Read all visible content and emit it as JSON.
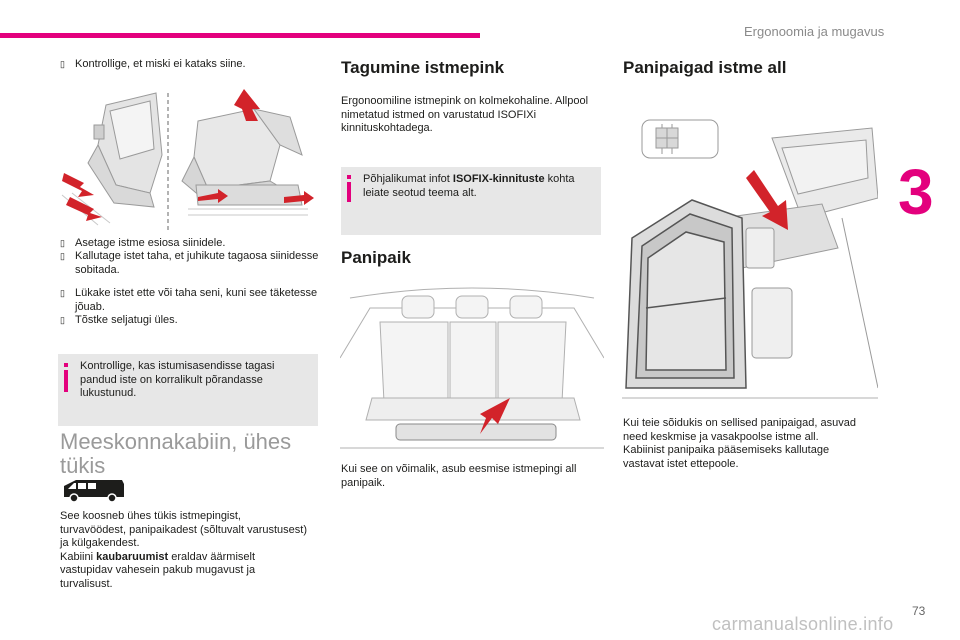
{
  "header": {
    "section_title": "Ergonoomia ja mugavus",
    "chapter_number": "3",
    "page_number": "73",
    "watermark": "carmanualsonline.info"
  },
  "colors": {
    "accent_magenta": "#e3007d",
    "note_background": "#e7e7e7",
    "arrow_red": "#d2232a",
    "heading_gray": "#9a9a9a"
  },
  "col1": {
    "bullet_top": "Kontrollige, et miski ei kataks siine.",
    "bullets_a": [
      "Asetage istme esiosa siinidele.",
      "Kallutage istet taha, et juhikute tagaosa siinidesse sobitada."
    ],
    "bullets_b": [
      "Lükake istet ette või taha seni, kuni see täketesse jõuab.",
      "Tõstke seljatugi üles."
    ],
    "note": "Kontrollige, kas istumisasendisse tagasi pandud iste on korralikult põrandasse lukustunud.",
    "heading": "Meeskonnakabiin, ühes tükis",
    "paragraph1": "See koosneb ühes tükis istmepingist, turvavöödest, panipaikadest (sõltuvalt varustusest) ja külgakendest.",
    "paragraph2_prefix": "Kabiini ",
    "paragraph2_bold": "kaubaruumist",
    "paragraph2_suffix": " eraldav äärmiselt vastupidav vahesein pakub mugavust ja turvalisust."
  },
  "col2": {
    "heading": "Tagumine istmepink",
    "paragraph": "Ergonoomiline istmepink on kolmekohaline. Allpool nimetatud istmed on varustatud ISOFIXi kinnituskohtadega.",
    "note_prefix": "Põhjalikumat infot ",
    "note_bold": "ISOFIX-kinnituste",
    "note_suffix": " kohta leiate seotud teema alt.",
    "subheading": "Panipaik",
    "caption": "Kui see on võimalik, asub eesmise istmepingi all panipaik."
  },
  "col3": {
    "heading": "Panipaigad istme all",
    "caption1": "Kui teie sõidukis on sellised panipaigad, asuvad need keskmise ja vasakpoolse istme all.",
    "caption2": "Kabiinist panipaika pääsemiseks kallutage vastavat istet ettepoole."
  },
  "icons": {
    "bullet_glyph": "checkbox-bullet-icon",
    "note_icon": "info-icon",
    "vehicle_icon": "van-icon"
  },
  "bullet_glyph": "▯"
}
